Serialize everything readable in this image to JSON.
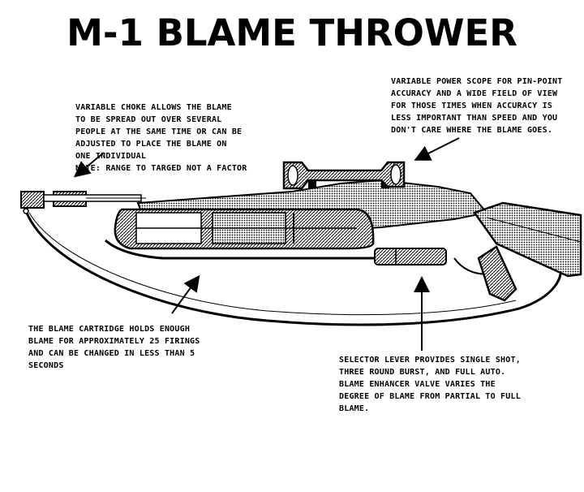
{
  "title": "M-1 BLAME THROWER",
  "notes": {
    "choke": "VARIABLE CHOKE ALLOWS THE BLAME\nTO BE SPREAD OUT OVER SEVERAL\nPEOPLE AT THE SAME TIME OR CAN BE\nADJUSTED TO PLACE THE BLAME ON\nONE INDIVIDUAL",
    "choke_note": "NOTE: RANGE TO TARGED NOT A FACTOR",
    "scope": "VARIABLE POWER SCOPE FOR PIN-POINT\nACCURACY AND A WIDE FIELD OF VIEW\nFOR THOSE TIMES WHEN ACCURACY IS\nLESS IMPORTANT THAN SPEED AND YOU\nDON'T CARE WHERE THE BLAME GOES.",
    "cartridge": "THE BLAME CARTRIDGE HOLDS ENOUGH\nBLAME FOR APPROXIMATELY 25 FIRINGS\nAND CAN BE CHANGED IN LESS THAN 5\nSECONDS",
    "selector": "SELECTOR LEVER PROVIDES SINGLE SHOT,\nTHREE ROUND BURST, AND FULL AUTO.\nBLAME ENHANCER VALVE VARIES THE\nDEGREE OF BLAME FROM PARTIAL TO FULL\nBLAME."
  },
  "colors": {
    "ink": "#000000",
    "paper": "#ffffff",
    "shade": "#555555"
  }
}
